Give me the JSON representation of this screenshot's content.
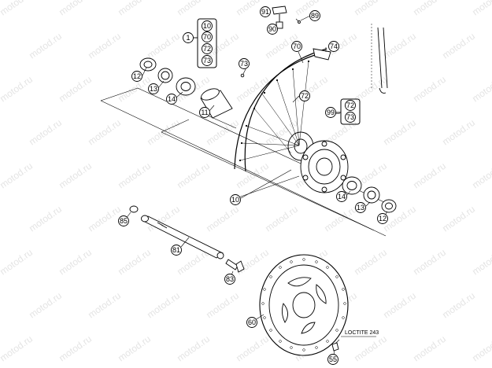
{
  "watermark": "motod.ru",
  "note": "LOCTITE 243",
  "callouts": {
    "p1": "1",
    "p10a": "10",
    "p70a": "70",
    "p72a": "72",
    "p73a": "73",
    "p91": "91",
    "p89": "89",
    "p90": "90",
    "p70b": "70",
    "p74": "74",
    "p73b": "73",
    "p72b": "72",
    "p72c": "72",
    "p73c": "73",
    "p99": "99",
    "p12a": "12",
    "p13a": "13",
    "p14a": "14",
    "p11": "11",
    "p10b": "10",
    "p14b": "14",
    "p13b": "13",
    "p12b": "12",
    "p85": "85",
    "p81": "81",
    "p83": "83",
    "p60": "60",
    "p55": "55"
  }
}
